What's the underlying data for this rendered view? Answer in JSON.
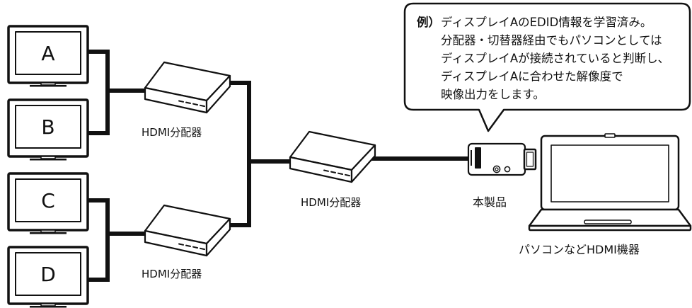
{
  "monitors": [
    {
      "label": "A"
    },
    {
      "label": "B"
    },
    {
      "label": "C"
    },
    {
      "label": "D"
    }
  ],
  "splitters": {
    "top": {
      "label": "HDMI分配器"
    },
    "middle": {
      "label": "HDMI分配器"
    },
    "bottom": {
      "label": "HDMI分配器"
    }
  },
  "product": {
    "label": "本製品"
  },
  "pc": {
    "label": "パソコンなどHDMI機器"
  },
  "callout": {
    "prefix": "例）",
    "lines": [
      "ディスプレイAのEDID情報を学習済み。",
      "分配器・切替器経由でもパソコンとしては",
      "ディスプレイAが接続されていると判断し、",
      "ディスプレイAに合わせた解像度で",
      "映像出力をします。"
    ]
  },
  "colors": {
    "ink": "#111111",
    "paper": "#ffffff"
  }
}
